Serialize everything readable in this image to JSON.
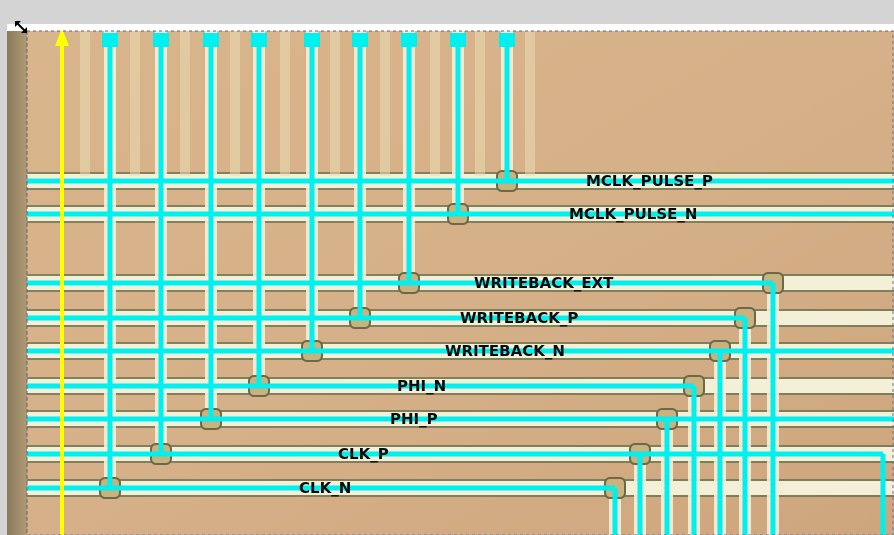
{
  "colors": {
    "app_background": "#d4d4d4",
    "die_substrate": "#d8b48c",
    "metal_trace": "#f4f0d8",
    "trace_shadow": "#3a5a3a",
    "cyan_highlight": "#00f0f0",
    "yellow_line": "#ffff00",
    "label_text": "#0a0a0a"
  },
  "icons": {
    "resize_handle": "diagonal-double-arrow-icon",
    "selection_marquee": "dashed-border"
  },
  "nets": [
    {
      "name": "MCLK_PULSE_P"
    },
    {
      "name": "MCLK_PULSE_N"
    },
    {
      "name": "WRITEBACK_EXT"
    },
    {
      "name": "WRITEBACK_P"
    },
    {
      "name": "WRITEBACK_N"
    },
    {
      "name": "PHI_N"
    },
    {
      "name": "PHI_P"
    },
    {
      "name": "CLK_P"
    },
    {
      "name": "CLK_N"
    }
  ]
}
